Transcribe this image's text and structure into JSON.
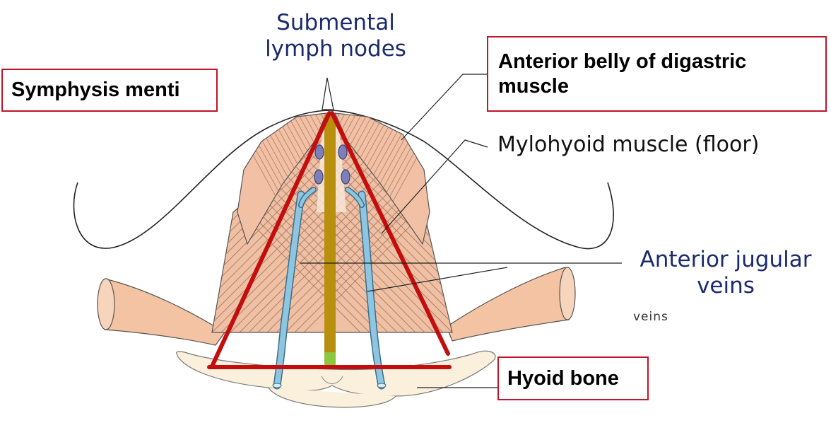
{
  "labels": {
    "symphysis_menti": "Symphysis menti",
    "submental_lymph_nodes_line1": "Submental",
    "submental_lymph_nodes_line2": "lymph nodes",
    "anterior_belly_line1": "Anterior belly of digastric",
    "anterior_belly_line2": "muscle",
    "mylohyoid_muscle": "Mylohyoid muscle (floor)",
    "anterior_jugular_line1": "Anterior jugular",
    "anterior_jugular_line2": "veins",
    "veins_original": "veins",
    "hyoid_bone": "Hyoid bone"
  },
  "colors": {
    "box_border": "#c0152a",
    "triangle": "#c40e0e",
    "muscle": "#f2c4a8",
    "muscle_dark": "#e3a384",
    "vein": "#8ec5e0",
    "node": "#7d7fb8",
    "midline_gold": "#b8900e",
    "midline_green": "#8dc63f",
    "hyoid": "#fbf0dc",
    "navy_text": "#1b2a6b"
  }
}
